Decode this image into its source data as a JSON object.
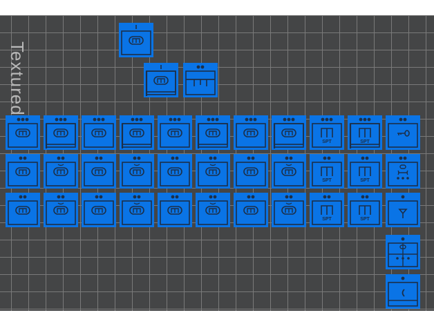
{
  "canvas_label": "Textured",
  "colors": {
    "tile": "#0a74e6",
    "ink": "#1c2f48",
    "background": "#444546",
    "grid": "#7a7a7a"
  },
  "tiles": [
    {
      "id": "top-single",
      "dots": "bar",
      "frame": "plain",
      "icon": "oval"
    },
    {
      "id": "pair-a",
      "dots": "bar",
      "frame": "flag",
      "icon": "oval"
    },
    {
      "id": "pair-b",
      "dots": 2,
      "frame": "split",
      "icon": "ruler"
    },
    {
      "id": "r1c1",
      "dots": 3,
      "frame": "plain",
      "icon": "oval"
    },
    {
      "id": "r1c2",
      "dots": 3,
      "frame": "flag",
      "icon": "oval"
    },
    {
      "id": "r1c3",
      "dots": 3,
      "frame": "plain",
      "icon": "oval"
    },
    {
      "id": "r1c4",
      "dots": 3,
      "frame": "flag",
      "icon": "oval"
    },
    {
      "id": "r1c5",
      "dots": 3,
      "frame": "plain",
      "icon": "oval"
    },
    {
      "id": "r1c6",
      "dots": 3,
      "frame": "flag",
      "icon": "oval"
    },
    {
      "id": "r1c7",
      "dots": 3,
      "frame": "plain",
      "icon": "oval"
    },
    {
      "id": "r1c8",
      "dots": 3,
      "frame": "flag",
      "icon": "oval"
    },
    {
      "id": "r1c9",
      "dots": 3,
      "frame": "plain",
      "icon": "spt",
      "text": "SPT"
    },
    {
      "id": "r1c10",
      "dots": 3,
      "frame": "flag",
      "icon": "spt",
      "text": "SPT"
    },
    {
      "id": "r1c11",
      "dots": 2,
      "frame": "plain",
      "icon": "key"
    },
    {
      "id": "r2c1",
      "dots": 2,
      "frame": "plain",
      "icon": "oval"
    },
    {
      "id": "r2c2",
      "dots": 2,
      "frame": "plain",
      "icon": "oval-arc"
    },
    {
      "id": "r2c3",
      "dots": 2,
      "frame": "plain",
      "icon": "oval"
    },
    {
      "id": "r2c4",
      "dots": 2,
      "frame": "plain",
      "icon": "oval-arc"
    },
    {
      "id": "r2c5",
      "dots": 2,
      "frame": "plain",
      "icon": "oval"
    },
    {
      "id": "r2c6",
      "dots": 2,
      "frame": "plain",
      "icon": "oval-arc"
    },
    {
      "id": "r2c7",
      "dots": 2,
      "frame": "plain",
      "icon": "oval"
    },
    {
      "id": "r2c8",
      "dots": 2,
      "frame": "plain",
      "icon": "oval-arc"
    },
    {
      "id": "r2c9",
      "dots": 2,
      "frame": "plain",
      "icon": "spt",
      "text": "SPT"
    },
    {
      "id": "r2c10",
      "dots": 2,
      "frame": "plain",
      "icon": "spt",
      "text": "SPT"
    },
    {
      "id": "r2c11",
      "dots": 2,
      "frame": "plain",
      "icon": "bracket-dots"
    },
    {
      "id": "r3c1",
      "dots": 2,
      "frame": "plain",
      "icon": "oval"
    },
    {
      "id": "r3c2",
      "dots": 2,
      "frame": "plain",
      "icon": "oval-arc"
    },
    {
      "id": "r3c3",
      "dots": 2,
      "frame": "plain",
      "icon": "oval"
    },
    {
      "id": "r3c4",
      "dots": 2,
      "frame": "plain",
      "icon": "oval-arc"
    },
    {
      "id": "r3c5",
      "dots": 2,
      "frame": "plain",
      "icon": "oval"
    },
    {
      "id": "r3c6",
      "dots": 2,
      "frame": "plain",
      "icon": "oval-arc"
    },
    {
      "id": "r3c7",
      "dots": 2,
      "frame": "plain",
      "icon": "oval"
    },
    {
      "id": "r3c8",
      "dots": 2,
      "frame": "plain",
      "icon": "oval-arc"
    },
    {
      "id": "r3c9",
      "dots": 2,
      "frame": "plain",
      "icon": "spt",
      "text": "SPT"
    },
    {
      "id": "r3c10",
      "dots": 2,
      "frame": "plain",
      "icon": "spt",
      "text": "SPT"
    },
    {
      "id": "r3c11",
      "dots": 1,
      "frame": "plain",
      "icon": "y-antenna"
    },
    {
      "id": "r4c11",
      "dots": 1,
      "frame": "split-h",
      "icon": "switch-dots"
    },
    {
      "id": "r5c11",
      "dots": 1,
      "frame": "bottom-bar",
      "icon": "crescent"
    }
  ]
}
